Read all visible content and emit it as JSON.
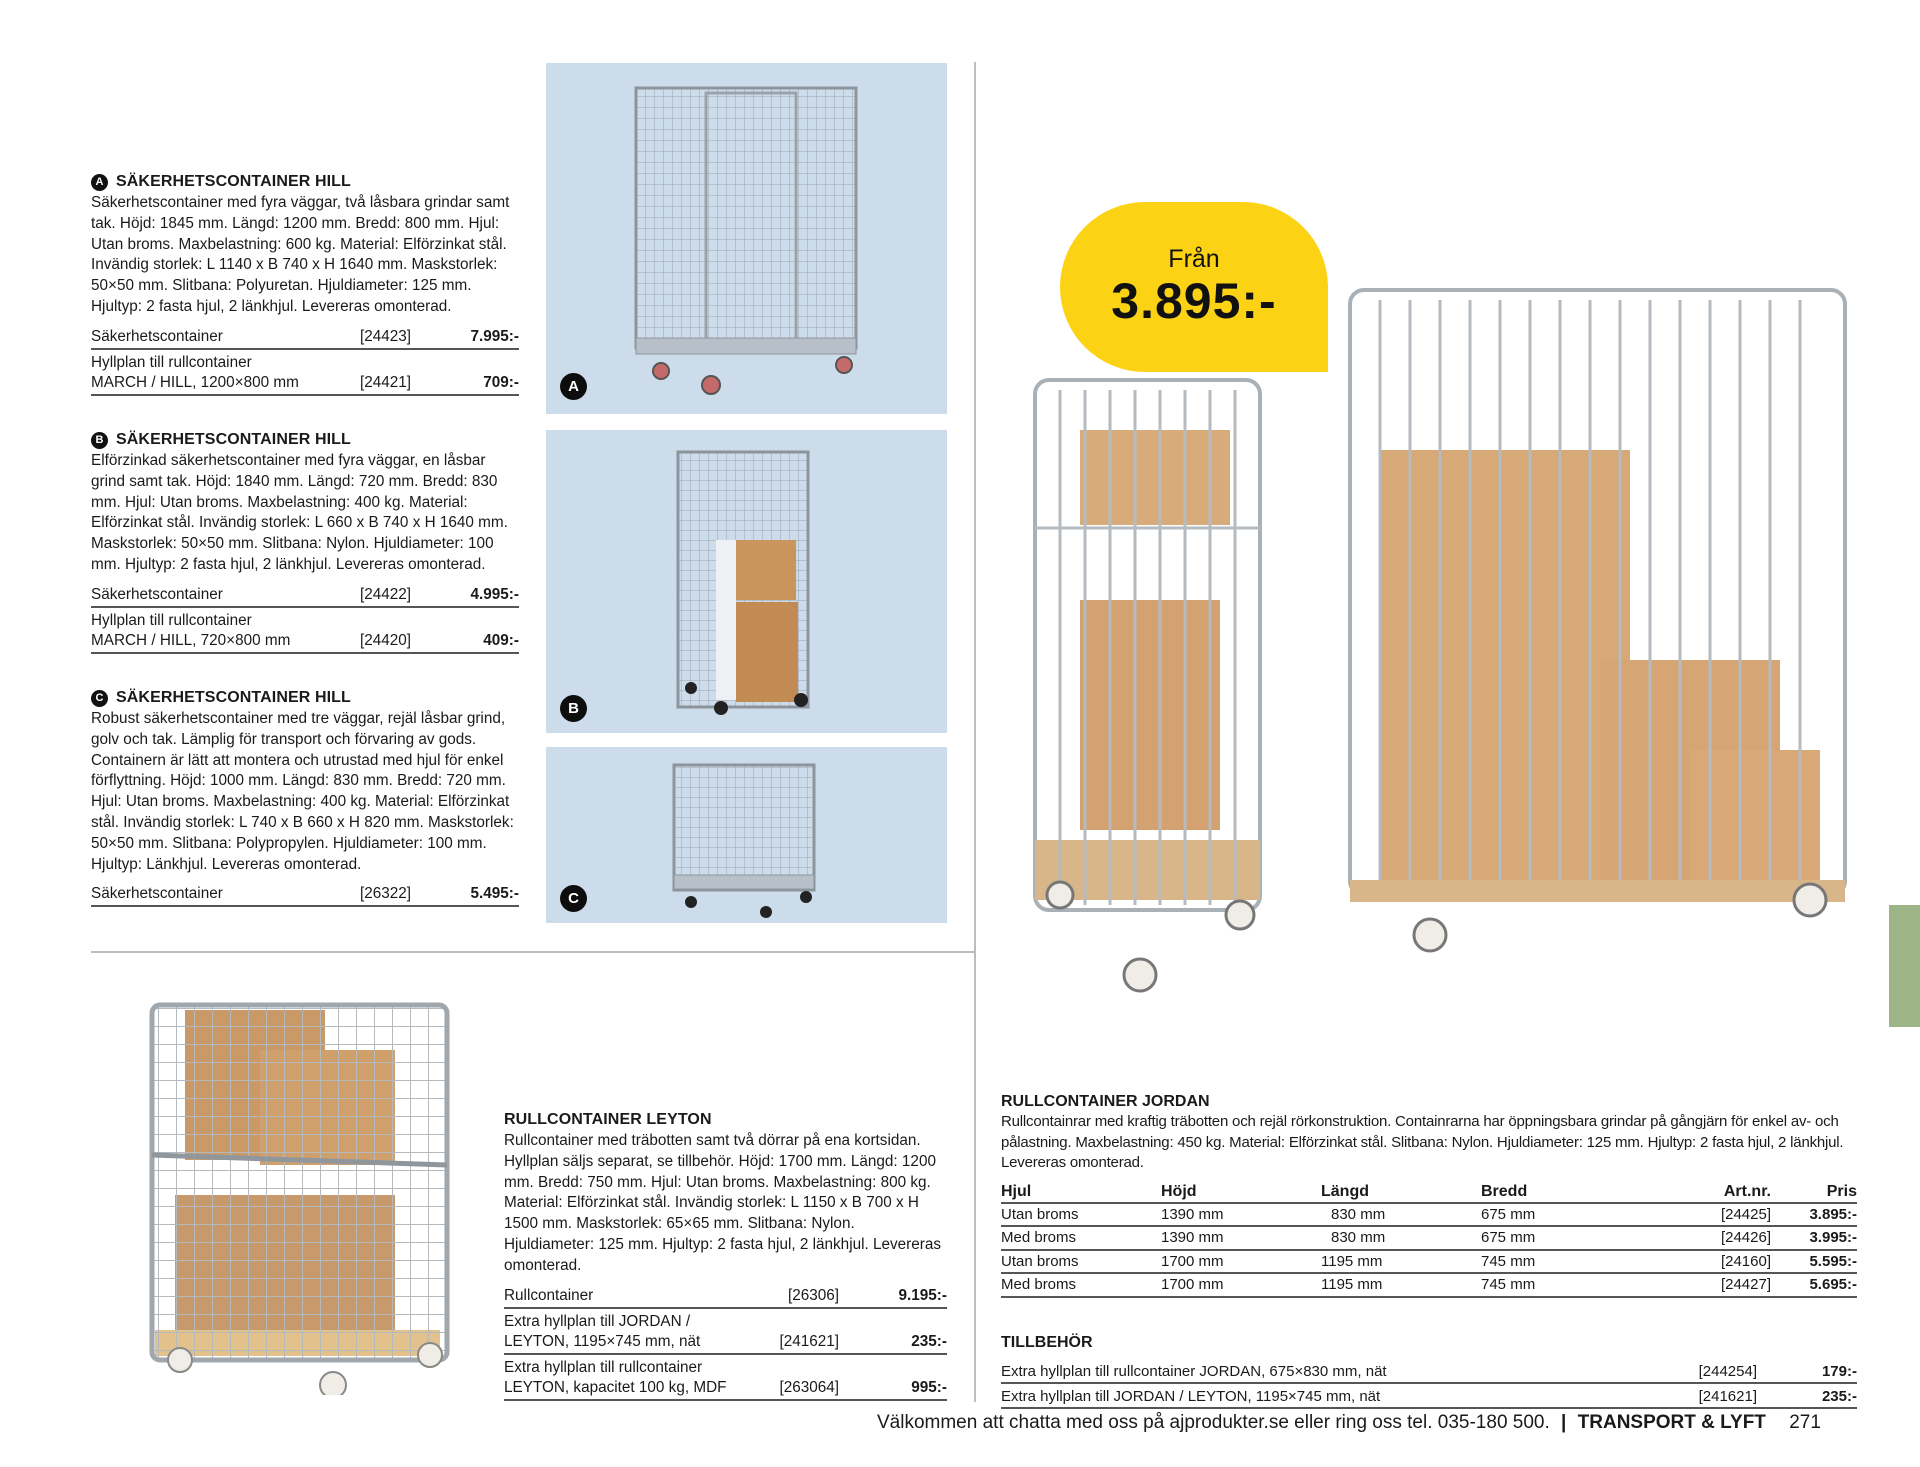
{
  "products_left": [
    {
      "badge": "A",
      "title": "SÄKERHETSCONTAINER HILL",
      "description": "Säkerhetscontainer med fyra väggar, två låsbara grindar samt tak. Höjd: 1845 mm. Längd: 1200 mm. Bredd: 800 mm. Hjul: Utan broms. Maxbelastning: 600 kg. Material: Elförzinkat stål. Invändig storlek: L 1140 x B 740 x H 1640 mm. Maskstorlek: 50×50 mm. Slitbana: Polyuretan. Hjuldiameter: 125 mm. Hjultyp: 2 fasta hjul, 2 länkhjul. Levereras omonterad.",
      "rows": [
        {
          "label": "Säkerhetscontainer",
          "art": "[24423]",
          "price": "7.995:-"
        },
        {
          "label": "Hyllplan till rullcontainer MARCH / HILL, 1200×800 mm",
          "art": "[24421]",
          "price": "709:-"
        }
      ]
    },
    {
      "badge": "B",
      "title": "SÄKERHETSCONTAINER HILL",
      "description": "Elförzinkad säkerhetscontainer med fyra väggar, en låsbar grind samt tak. Höjd: 1840 mm. Längd: 720 mm. Bredd: 830 mm. Hjul: Utan broms. Maxbelastning: 400 kg. Material: Elförzinkat stål. Invändig storlek: L 660 x B 740 x H 1640 mm. Maskstorlek: 50×50 mm. Slitbana: Nylon. Hjuldiameter: 100 mm. Hjultyp: 2 fasta hjul, 2 länkhjul. Levereras omonterad.",
      "rows": [
        {
          "label": "Säkerhetscontainer",
          "art": "[24422]",
          "price": "4.995:-"
        },
        {
          "label": "Hyllplan till rullcontainer MARCH / HILL, 720×800 mm",
          "art": "[24420]",
          "price": "409:-"
        }
      ]
    },
    {
      "badge": "C",
      "title": "SÄKERHETSCONTAINER HILL",
      "description": "Robust säkerhetscontainer med tre väggar, rejäl låsbar grind, golv och tak. Lämplig för transport och förvaring av gods. Containern är lätt att montera och utrustad med hjul för enkel förflyttning. Höjd: 1000 mm. Längd: 830 mm. Bredd: 720 mm. Hjul: Utan broms. Maxbelastning: 400 kg. Material: Elförzinkat stål. Invändig storlek: L 740 x B 660 x H 820 mm. Maskstorlek: 50×50 mm. Slitbana: Polypropylen. Hjuldiameter: 100 mm. Hjultyp: Länkhjul. Levereras omonterad.",
      "rows": [
        {
          "label": "Säkerhetscontainer",
          "art": "[26322]",
          "price": "5.495:-"
        }
      ]
    }
  ],
  "image_panels": [
    {
      "letter": "A",
      "alt": "Säkerhetscontainer Hill A"
    },
    {
      "letter": "B",
      "alt": "Säkerhetscontainer Hill B"
    },
    {
      "letter": "C",
      "alt": "Säkerhetscontainer Hill C"
    }
  ],
  "price_bubble": {
    "prefix": "Från",
    "amount": "3.895:-",
    "color": "#fcd215"
  },
  "leyton": {
    "title": "RULLCONTAINER LEYTON",
    "description": "Rullcontainer med träbotten samt två dörrar på ena kortsidan. Hyllplan säljs separat, se tillbehör. Höjd: 1700 mm. Längd: 1200 mm. Bredd: 750 mm. Hjul: Utan broms. Maxbelastning: 800 kg. Material: Elförzinkat stål. Invändig storlek: L 1150 x B 700 x H 1500 mm. Maskstorlek: 65×65 mm. Slitbana: Nylon. Hjuldiameter: 125 mm. Hjultyp: 2 fasta hjul, 2 länkhjul. Levereras omonterad.",
    "rows": [
      {
        "label": "Rullcontainer",
        "art": "[26306]",
        "price": "9.195:-"
      },
      {
        "label": "Extra hyllplan till JORDAN / LEYTON, 1195×745 mm, nät",
        "art": "[241621]",
        "price": "235:-"
      },
      {
        "label": "Extra hyllplan till rullcontainer LEYTON, kapacitet 100 kg, MDF",
        "art": "[263064]",
        "price": "995:-"
      }
    ]
  },
  "jordan": {
    "title": "RULLCONTAINER JORDAN",
    "description": "Rullcontainrar med kraftig träbotten och rejäl rörkonstruktion. Containrarna har öppningsbara grindar på gångjärn för enkel av- och pålastning. Maxbelastning: 450 kg. Material: Elförzinkat stål. Slitbana: Nylon. Hjuldiameter: 125 mm. Hjultyp: 2 fasta hjul, 2 länkhjul. Levereras omonterad.",
    "headers": {
      "hjul": "Hjul",
      "hojd": "Höjd",
      "langd": "Längd",
      "bredd": "Bredd",
      "art": "Art.nr.",
      "pris": "Pris"
    },
    "rows": [
      {
        "hjul": "Utan broms",
        "hojd": "1390 mm",
        "langd": "830 mm",
        "bredd": "675 mm",
        "art": "[24425]",
        "pris": "3.895:-"
      },
      {
        "hjul": "Med broms",
        "hojd": "1390 mm",
        "langd": "830 mm",
        "bredd": "675 mm",
        "art": "[24426]",
        "pris": "3.995:-"
      },
      {
        "hjul": "Utan broms",
        "hojd": "1700 mm",
        "langd": "1195 mm",
        "bredd": "745 mm",
        "art": "[24160]",
        "pris": "5.595:-"
      },
      {
        "hjul": "Med broms",
        "hojd": "1700 mm",
        "langd": "1195 mm",
        "bredd": "745 mm",
        "art": "[24427]",
        "pris": "5.695:-"
      }
    ],
    "accessories_title": "TILLBEHÖR",
    "accessories": [
      {
        "label": "Extra hyllplan till rullcontainer JORDAN, 675×830 mm, nät",
        "art": "[244254]",
        "price": "179:-"
      },
      {
        "label": "Extra hyllplan till JORDAN / LEYTON, 1195×745 mm, nät",
        "art": "[241621]",
        "price": "235:-"
      }
    ]
  },
  "footer": {
    "contact": "Välkommen att chatta med oss på ajprodukter.se eller ring oss tel. 035-180 500.",
    "separator": "|",
    "section": "TRANSPORT & LYFT",
    "page": "271"
  },
  "colors": {
    "panel_bg": "#cddceb",
    "side_tab": "#9db487",
    "bubble": "#fcd215"
  }
}
